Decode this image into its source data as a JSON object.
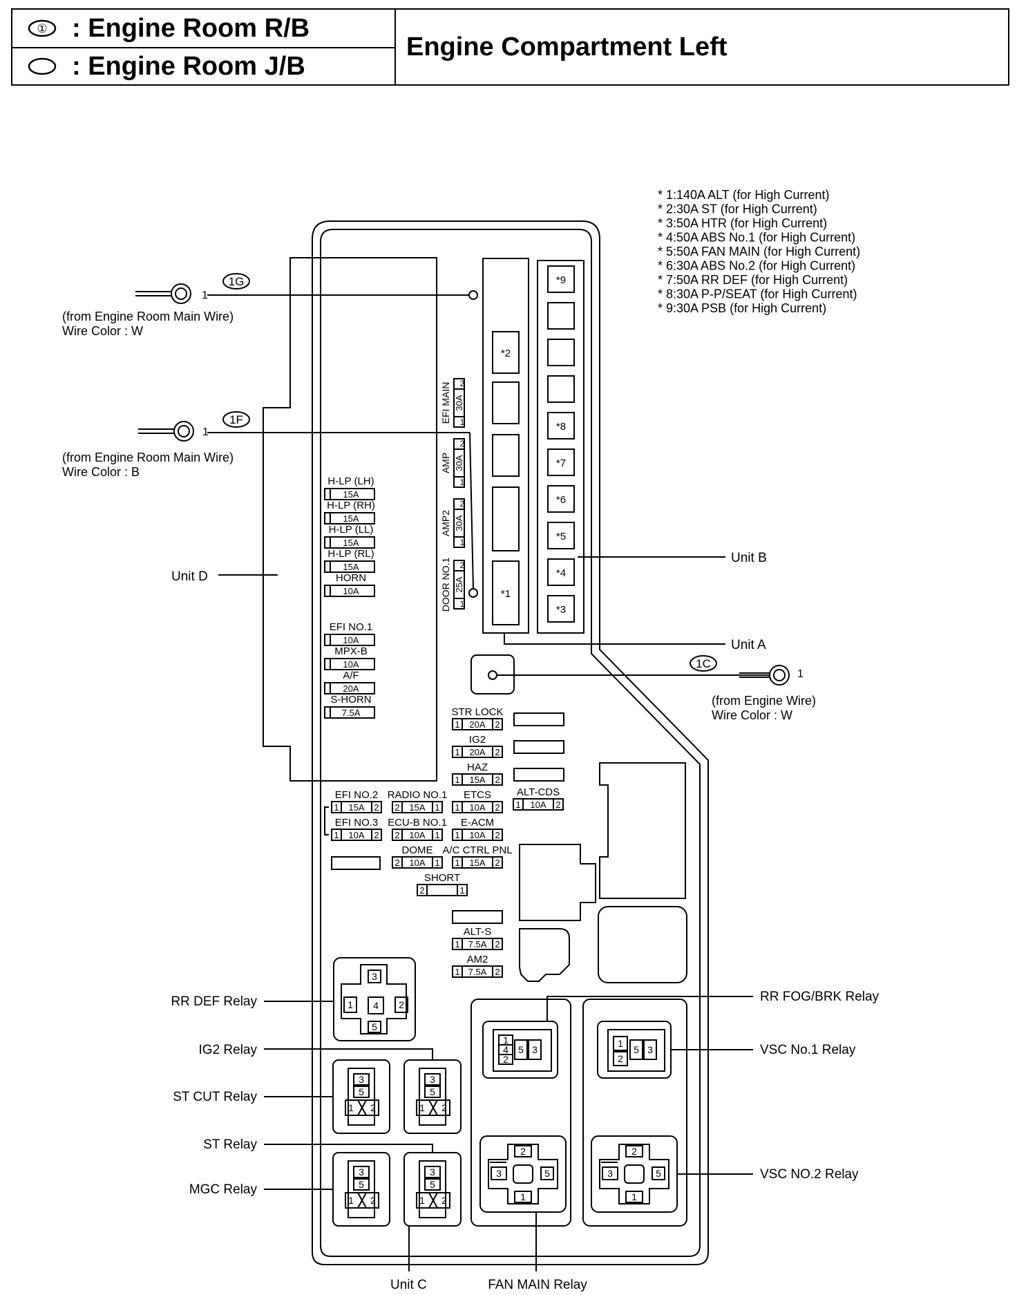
{
  "header": {
    "legend": [
      {
        "symbol": "①",
        "label": ": Engine Room R/B"
      },
      {
        "symbol": "",
        "label": ": Engine Room J/B"
      }
    ],
    "title": "Engine Compartment Left"
  },
  "notes": [
    "* 1:140A ALT (for High Current)",
    "* 2:30A ST (for High Current)",
    "* 3:50A HTR (for High Current)",
    "* 4:50A ABS No.1 (for High Current)",
    "* 5:50A FAN MAIN (for High Current)",
    "* 6:30A ABS No.2 (for High Current)",
    "* 7:50A RR DEF (for High Current)",
    "* 8:30A P-P/SEAT (for High Current)",
    "* 9:30A PSB (for High Current)"
  ],
  "connectors": {
    "g": {
      "tag": "1G",
      "pin": "1",
      "source": "(from Engine Room Main Wire)",
      "color": "Wire Color : W"
    },
    "f": {
      "tag": "1F",
      "pin": "1",
      "source": "(from Engine Room Main Wire)",
      "color": "Wire Color : B"
    },
    "c": {
      "tag": "1C",
      "pin": "1",
      "source": "(from Engine Wire)",
      "color": "Wire Color : W"
    }
  },
  "units": {
    "a": "Unit A",
    "b": "Unit B",
    "c": "Unit C",
    "d": "Unit D"
  },
  "unit_b_slots": [
    "*9",
    "",
    "",
    "",
    "*8",
    "*7",
    "*6",
    "*5",
    "*4",
    "*3"
  ],
  "unit_a_slots": [
    "*2",
    "",
    "",
    "",
    "*1"
  ],
  "unit_d_fuses": [
    {
      "name": "H-LP (LH)",
      "amp": "15A"
    },
    {
      "name": "H-LP (RH)",
      "amp": "15A"
    },
    {
      "name": "H-LP (LL)",
      "amp": "15A"
    },
    {
      "name": "H-LP (RL)",
      "amp": "15A"
    },
    {
      "name": "HORN",
      "amp": "10A"
    },
    {
      "name": "EFI NO.1",
      "amp": "10A"
    },
    {
      "name": "MPX-B",
      "amp": "10A"
    },
    {
      "name": "A/F",
      "amp": "20A"
    },
    {
      "name": "S-HORN",
      "amp": "7.5A"
    }
  ],
  "vertical_fuses": [
    {
      "name": "EFI MAIN",
      "amp": "30A",
      "p1": "1",
      "p2": "2"
    },
    {
      "name": "AMP",
      "amp": "30A",
      "p1": "1",
      "p2": "2"
    },
    {
      "name": "AMP2",
      "amp": "30A",
      "p1": "1",
      "p2": "2"
    },
    {
      "name": "DOOR NO.1",
      "amp": "25A",
      "p1": "1",
      "p2": "2"
    }
  ],
  "small_fuses": [
    {
      "name": "STR LOCK",
      "l": "1",
      "amp": "20A",
      "r": "2"
    },
    {
      "name": "IG2",
      "l": "1",
      "amp": "20A",
      "r": "2"
    },
    {
      "name": "HAZ",
      "l": "1",
      "amp": "15A",
      "r": "2"
    },
    {
      "name": "ALT-CDS",
      "l": "1",
      "amp": "10A",
      "r": "2"
    },
    {
      "name": "EFI NO.2",
      "l": "1",
      "amp": "15A",
      "r": "2"
    },
    {
      "name": "RADIO NO.1",
      "l": "2",
      "amp": "15A",
      "r": "1"
    },
    {
      "name": "ETCS",
      "l": "1",
      "amp": "10A",
      "r": "2"
    },
    {
      "name": "EFI NO.3",
      "l": "1",
      "amp": "10A",
      "r": "2"
    },
    {
      "name": "ECU-B NO.1",
      "l": "2",
      "amp": "10A",
      "r": "1"
    },
    {
      "name": "E-ACM",
      "l": "1",
      "amp": "10A",
      "r": "2"
    },
    {
      "name": "DOME",
      "l": "2",
      "amp": "10A",
      "r": "1"
    },
    {
      "name": "A/C CTRL PNL",
      "l": "1",
      "amp": "15A",
      "r": "2"
    },
    {
      "name": "SHORT",
      "l": "2",
      "amp": "",
      "r": "1"
    },
    {
      "name": "ALT-S",
      "l": "1",
      "amp": "7.5A",
      "r": "2"
    },
    {
      "name": "AM2",
      "l": "1",
      "amp": "7.5A",
      "r": "2"
    }
  ],
  "relays": [
    {
      "id": "rr-def",
      "name": "RR DEF Relay",
      "pins": [
        "3",
        "1",
        "4",
        "2",
        "5"
      ]
    },
    {
      "id": "ig2",
      "name": "IG2 Relay",
      "pins": [
        "3",
        "5",
        "1",
        "2"
      ]
    },
    {
      "id": "st-cut",
      "name": "ST CUT Relay",
      "pins": [
        "3",
        "5",
        "1",
        "2"
      ]
    },
    {
      "id": "st",
      "name": "ST Relay",
      "pins": [
        "3",
        "5",
        "1",
        "2"
      ]
    },
    {
      "id": "mgc",
      "name": "MGC Relay",
      "pins": [
        "3",
        "5",
        "1",
        "2"
      ]
    },
    {
      "id": "rr-fog-brk",
      "name": "RR FOG/BRK Relay",
      "pins": [
        "1",
        "4",
        "2",
        "5",
        "3"
      ]
    },
    {
      "id": "vsc1",
      "name": "VSC No.1 Relay",
      "pins": [
        "1",
        "2",
        "5",
        "3"
      ]
    },
    {
      "id": "fan-main",
      "name": "FAN MAIN Relay",
      "pins": [
        "2",
        "3",
        "5",
        "1"
      ]
    },
    {
      "id": "vsc2",
      "name": "VSC NO.2 Relay",
      "pins": [
        "2",
        "3",
        "5",
        "1"
      ]
    }
  ]
}
